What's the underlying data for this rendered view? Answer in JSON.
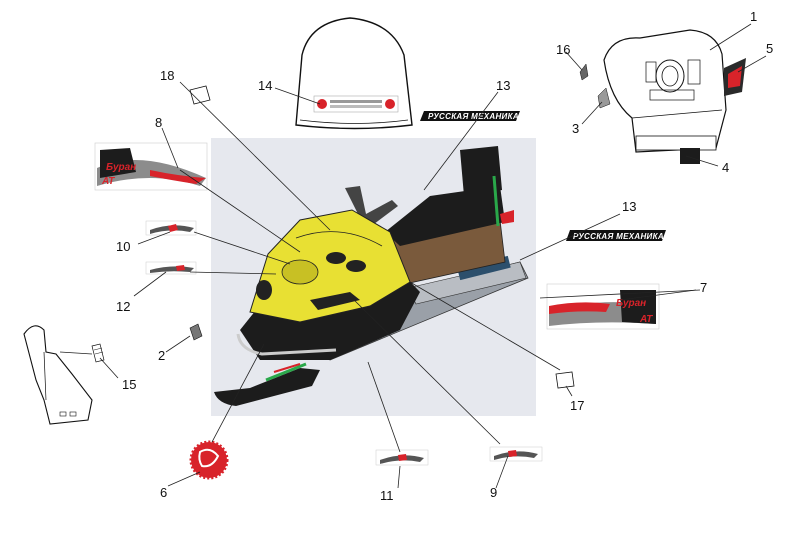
{
  "callouts": [
    {
      "id": "c1",
      "number": "1"
    },
    {
      "id": "c2",
      "number": "2"
    },
    {
      "id": "c3",
      "number": "3"
    },
    {
      "id": "c4",
      "number": "4"
    },
    {
      "id": "c5",
      "number": "5"
    },
    {
      "id": "c6",
      "number": "6"
    },
    {
      "id": "c7",
      "number": "7"
    },
    {
      "id": "c8",
      "number": "8"
    },
    {
      "id": "c9",
      "number": "9"
    },
    {
      "id": "c10",
      "number": "10"
    },
    {
      "id": "c11",
      "number": "11"
    },
    {
      "id": "c12",
      "number": "12"
    },
    {
      "id": "c13a",
      "number": "13"
    },
    {
      "id": "c13b",
      "number": "13"
    },
    {
      "id": "c14",
      "number": "14"
    },
    {
      "id": "c15",
      "number": "15"
    },
    {
      "id": "c16",
      "number": "16"
    },
    {
      "id": "c17",
      "number": "17"
    },
    {
      "id": "c18",
      "number": "18"
    }
  ],
  "decals": {
    "brand_text": "РУССКАЯ МЕХАНИКА",
    "logo_text": "Буран",
    "logo_suffix": "АТ"
  },
  "colors": {
    "hood_yellow": "#e8e033",
    "body_black": "#1c1c1c",
    "seat_brown": "#7a5a3c",
    "accent_red": "#d8232a",
    "line": "#222222"
  }
}
